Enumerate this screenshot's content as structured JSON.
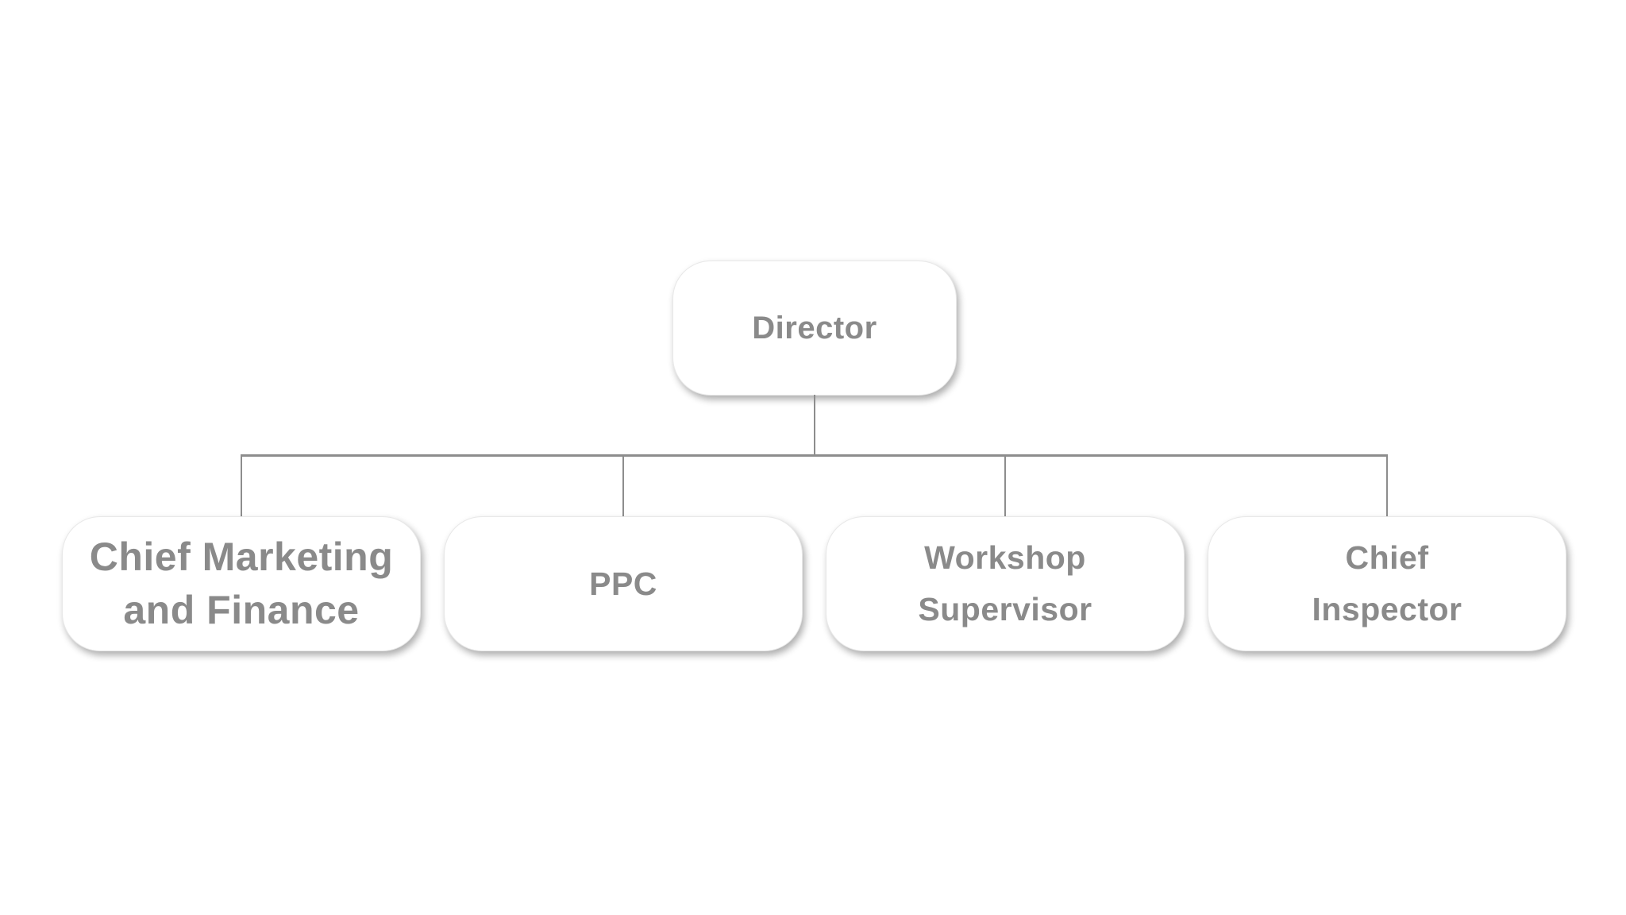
{
  "chart": {
    "type": "org_chart",
    "colors": {
      "canvas_bg": "#ffffff",
      "node_fill": "#ffffff",
      "node_border": "#e8e8e8",
      "node_text": "#8a8a8a",
      "connector": "#8d8d8d"
    },
    "root": {
      "id": "director",
      "label": "Director",
      "lines": [
        "Director"
      ]
    },
    "children": [
      {
        "id": "chief-marketing-and-finance",
        "label": "Chief Marketing and Finance",
        "lines": [
          "Chief Marketing",
          "and Finance"
        ]
      },
      {
        "id": "ppc",
        "label": "PPC",
        "lines": [
          "PPC"
        ]
      },
      {
        "id": "workshop-supervisor",
        "label": "Workshop Supervisor",
        "lines": [
          "Workshop",
          "Supervisor"
        ]
      },
      {
        "id": "chief-inspector",
        "label": "Chief Inspector",
        "lines": [
          "Chief",
          "Inspector"
        ]
      }
    ]
  }
}
